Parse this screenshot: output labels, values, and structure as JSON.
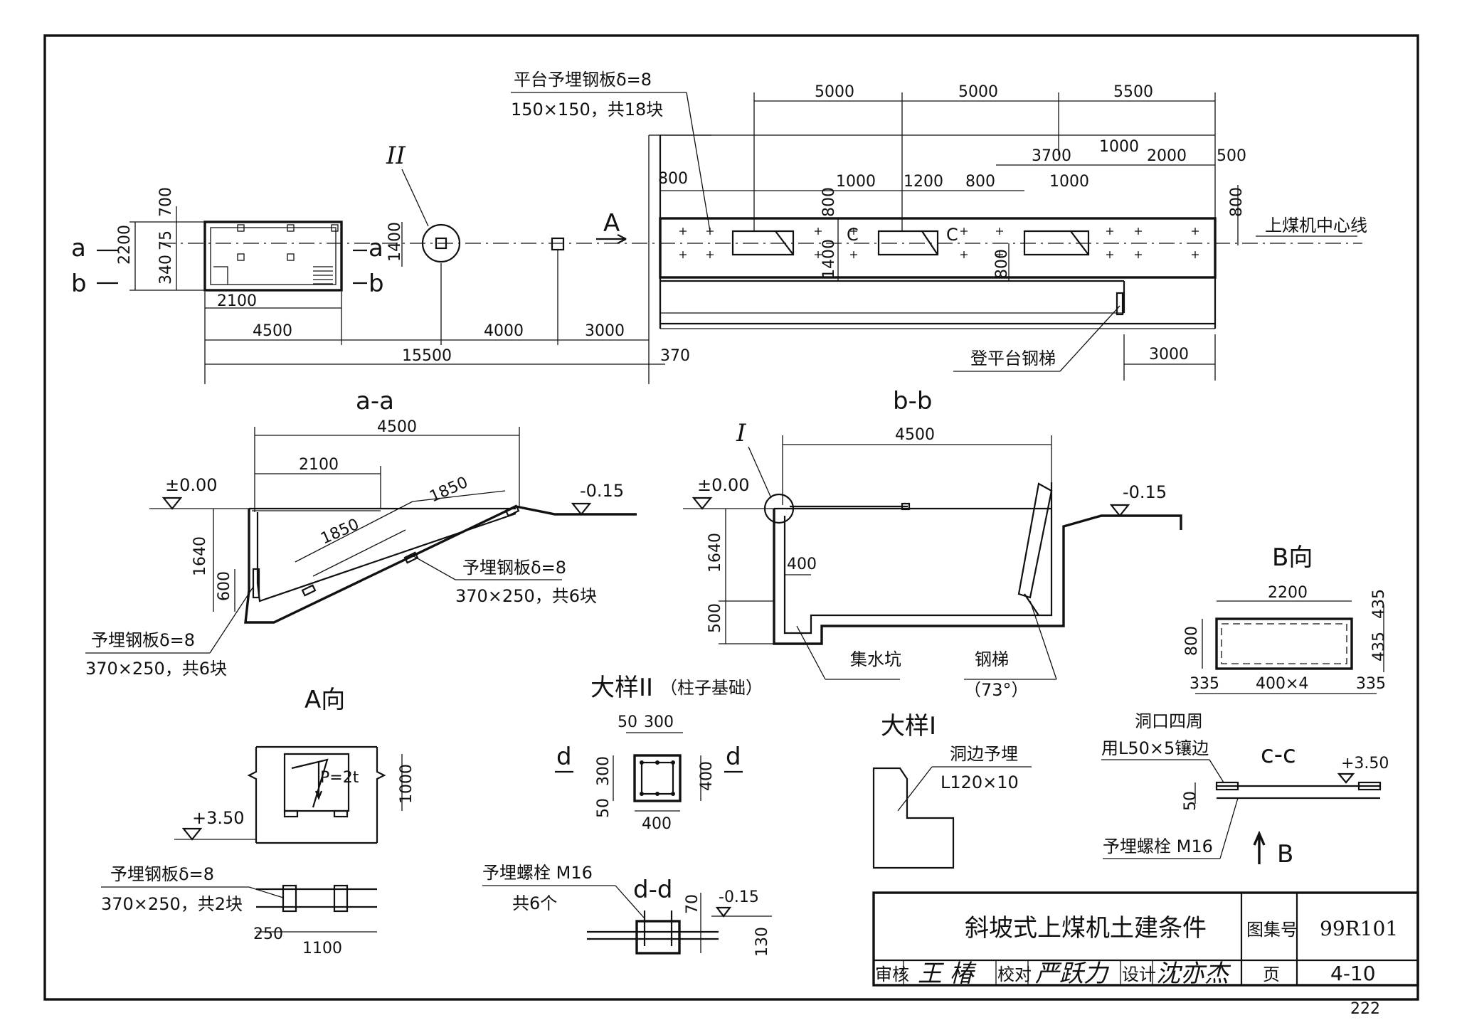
{
  "sheet": {
    "title": "斜坡式上煤机土建条件",
    "atlas_label": "图集号",
    "atlas_no": "99R101",
    "page_label": "页",
    "page_no": "4-10",
    "review_label": "审核",
    "check_label": "校对",
    "design_label": "设计",
    "sign_review": "王 椿",
    "sign_check": "严跃力",
    "sign_design": "沈亦杰",
    "sheet_number": "222"
  },
  "plan": {
    "note_plate_line1": "平台予埋钢板δ=8",
    "note_plate_line2": "150×150，共18块",
    "marker_II": "II",
    "marker_A": "A",
    "marker_C_left": "C",
    "marker_C_right": "C",
    "cut_a_left": "a",
    "cut_b_left": "b",
    "cut_a_right": "a",
    "cut_b_right": "b",
    "conveyor_centerline": "上煤机中心线",
    "ladder_note": "登平台钢梯",
    "dims": {
      "d700": "700",
      "d75": "75",
      "d340": "340",
      "d2200": "2200",
      "d1400": "1400",
      "d2100": "2100",
      "d4500": "4500",
      "d4000": "4000",
      "d3000": "3000",
      "d15500": "15500",
      "d370": "370",
      "d3000b": "3000",
      "top5000a": "5000",
      "top5000b": "5000",
      "top5500": "5500",
      "d800a": "800",
      "d1000a": "1000",
      "d1200": "1200",
      "d800b": "800",
      "d3700": "3700",
      "d1000b": "1000",
      "d1000c": "1000",
      "d2000": "2000",
      "d500": "500",
      "d800right": "800",
      "d800v": "800",
      "d1400v": "1400",
      "d800vb": "800"
    }
  },
  "section_aa": {
    "title": "a-a",
    "elev_zero": "±0.00",
    "elev_minus": "-0.15",
    "d4500": "4500",
    "d2100": "2100",
    "d1850a": "1850",
    "d1850b": "1850",
    "d1640": "1640",
    "d600": "600",
    "note1_line1": "予埋钢板δ=8",
    "note1_line2": "370×250，共6块",
    "note2_line1": "予埋钢板δ=8",
    "note2_line2": "370×250，共6块"
  },
  "section_bb": {
    "title": "b-b",
    "marker_I": "I",
    "elev_zero": "±0.00",
    "elev_minus": "-0.15",
    "d4500": "4500",
    "d1640": "1640",
    "d500": "500",
    "d400": "400",
    "sump": "集水坑",
    "ladder": "钢梯",
    "ladder_angle": "（73°）"
  },
  "view_B": {
    "title": "B向",
    "d2200": "2200",
    "d800": "800",
    "d335a": "335",
    "d400x4": "400×4",
    "d335b": "335",
    "d435a": "435",
    "d435b": "435"
  },
  "view_A": {
    "title": "A向",
    "load": "P=2t",
    "d1000": "1000",
    "elev": "+3.50",
    "note_line1": "予埋钢板δ=8",
    "note_line2": "370×250，共2块",
    "d250": "250",
    "d1100": "1100"
  },
  "detail_II": {
    "title": "大样II",
    "subtitle": "（柱子基础）",
    "d50a": "50",
    "d300a": "300",
    "d50b": "50",
    "d300b": "300",
    "d400h": "400",
    "d400v": "400",
    "cut_left": "d",
    "cut_right": "d"
  },
  "section_dd": {
    "title": "d-d",
    "bolt_line1": "予埋螺栓 M16",
    "bolt_line2": "共6个",
    "elev": "-0.15",
    "d70": "70",
    "d130": "130"
  },
  "detail_I": {
    "title": "大样I",
    "note_line1": "洞边予埋",
    "note_line2": "L120×10"
  },
  "section_cc": {
    "title": "c-c",
    "note_line1": "洞口四周",
    "note_line2": "用L50×5镶边",
    "elev": "+3.50",
    "d50": "50",
    "bolt": "予埋螺栓 M16",
    "marker_B": "B"
  }
}
